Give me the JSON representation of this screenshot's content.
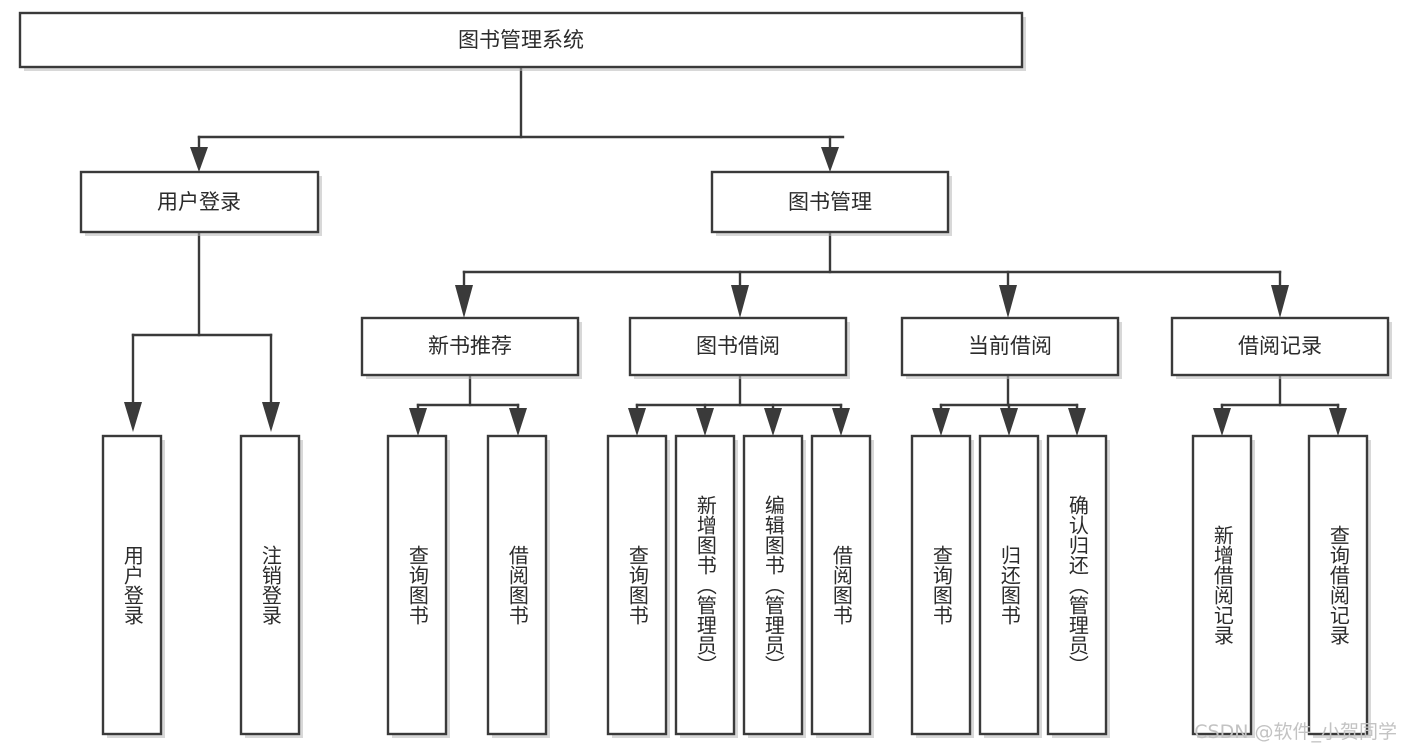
{
  "diagram": {
    "title": "图书管理系统",
    "type": "tree-hierarchy-chart",
    "watermark": "CSDN @软件_小贺同学",
    "colors": {
      "box_stroke": "#3a3a3a",
      "box_fill": "#ffffff",
      "text": "#2b2b2b",
      "connector": "#3a3a3a",
      "watermark": "#c3c3c3",
      "background": "#ffffff"
    },
    "root": {
      "label": "图书管理系统"
    },
    "level2": [
      {
        "label": "用户登录"
      },
      {
        "label": "图书管理"
      }
    ],
    "level3": [
      {
        "label": "新书推荐"
      },
      {
        "label": "图书借阅"
      },
      {
        "label": "当前借阅"
      },
      {
        "label": "借阅记录"
      }
    ],
    "leaves": {
      "user_login": [
        {
          "label": "用户登录"
        },
        {
          "label": "注销登录"
        }
      ],
      "new_book_recommend": [
        {
          "label": "查询图书"
        },
        {
          "label": "借阅图书"
        }
      ],
      "book_borrow": [
        {
          "label": "查询图书"
        },
        {
          "label": "新增图书（管理员）"
        },
        {
          "label": "编辑图书（管理员）"
        },
        {
          "label": "借阅图书"
        }
      ],
      "current_borrow": [
        {
          "label": "查询图书"
        },
        {
          "label": "归还图书"
        },
        {
          "label": "确认归还（管理员）"
        }
      ],
      "borrow_record": [
        {
          "label": "新增借阅记录"
        },
        {
          "label": "查询借阅记录"
        }
      ]
    }
  }
}
